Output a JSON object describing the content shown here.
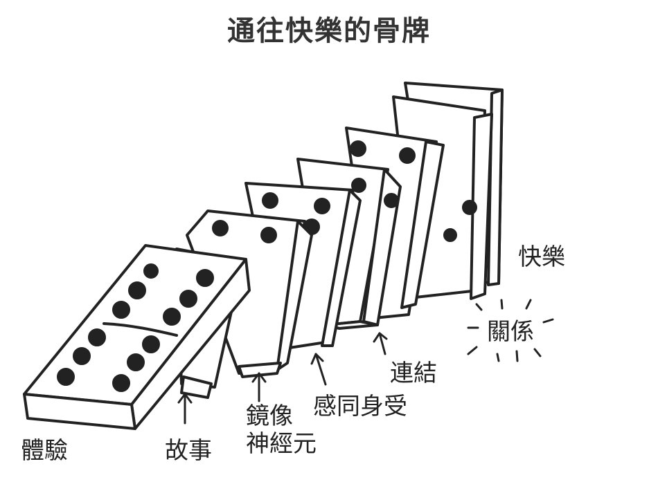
{
  "title": "通往快樂的骨牌",
  "labels": {
    "experience": "體驗",
    "story": "故事",
    "mirror_neurons_line1": "鏡像",
    "mirror_neurons_line2": "神經元",
    "empathy": "感同身受",
    "connection": "連結",
    "relationship": "關係",
    "happiness": "快樂"
  },
  "colors": {
    "ink": "#222222",
    "paper": "#ffffff",
    "title": "#333333"
  }
}
